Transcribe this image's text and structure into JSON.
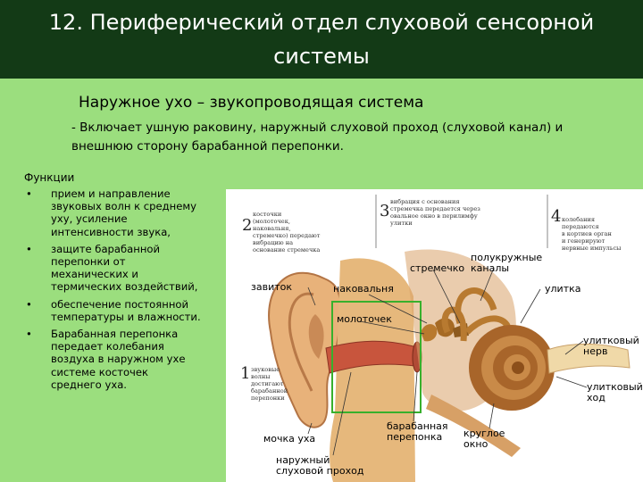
{
  "slide": {
    "title_line1": "12. Периферический отдел слуховой сенсорной",
    "title_line2": "системы",
    "subtitle": "Наружное ухо – звукопроводящая система",
    "description_line1": "- Включает ушную раковину, наружный слуховой проход (слуховой канал) и",
    "description_line2": "внешнюю сторону барабанной перепонки."
  },
  "functions": {
    "heading": "Функции",
    "bullet": "•",
    "items": [
      [
        "прием и направление",
        "звуковых волн к среднему",
        "уху, усиление",
        "интенсивности звука,"
      ],
      [
        "защите барабанной",
        "перепонки от",
        "механических и",
        "термических воздействий,"
      ],
      [
        "обеспечение постоянной",
        "температуры и влажности."
      ],
      [
        "Барабанная перепонка",
        "передает колебания",
        "воздуха в наружном ухе",
        "системе косточек",
        "среднего уха."
      ]
    ]
  },
  "figure": {
    "labels": {
      "zavitok": "завиток",
      "nakovalnya": "наковальня",
      "stremechko": "стремечко",
      "polukruzhnye": [
        "полукружные",
        "каналы"
      ],
      "ulitka": "улитка",
      "molotochek": "молоточек",
      "ulitkovy_nerv": [
        "улитковый",
        "нерв"
      ],
      "ulitkovy_khod": [
        "улитковый",
        "ход"
      ],
      "barabannaya": [
        "барабанная",
        "перепонка"
      ],
      "krugloe_okno": [
        "круглое",
        "окно"
      ],
      "mochka": "мочка уха",
      "prokhod": [
        "наружный",
        "слуховой проход"
      ]
    },
    "steps": [
      {
        "num": "1",
        "lines": [
          "звуковые",
          "волны",
          "достигают",
          "барабанной",
          "перепонки"
        ]
      },
      {
        "num": "2",
        "lines": [
          "косточки",
          "(молоточек,",
          "наковальня,",
          "стремечко) передают",
          "вибрацию на",
          "основание стремечка"
        ]
      },
      {
        "num": "3",
        "lines": [
          "вибрация с основания",
          "стремечка передается через",
          "овальное окно в перилимфу",
          "улитки"
        ]
      },
      {
        "num": "4",
        "lines": [
          "колебания",
          "передаются",
          "в кортиев орган",
          "и генерируют",
          "нервные импульсы"
        ]
      }
    ],
    "colors": {
      "skin": "#e6b87c",
      "canal": "#c8553d",
      "ossicle": "#b8792e",
      "cochlea": "#9a5a1c",
      "nerve": "#f0d9a8",
      "highlight_box": "#38b02c"
    }
  }
}
